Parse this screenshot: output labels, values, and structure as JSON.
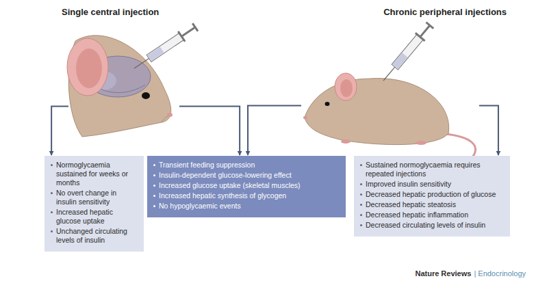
{
  "diagram": {
    "nodes": [
      {
        "text": [
          "Single central injection"
        ]
      },
      {
        "text": [
          "Chronic peripheral injections"
        ]
      },
      {
        "text": [
          "Normoglycaemia sustained for weeks or months",
          "No overt change in insulin sensitivity",
          "Increased hepatic glucose uptake",
          "Unchanged circulating levels of insulin"
        ]
      },
      {
        "text": [
          "Transient feeding suppression",
          "Insulin-dependent glucose-lowering effect",
          "Increased glucose uptake (skeletal muscles)",
          "Increased hepatic synthesis of glycogen",
          "No hypoglycaemic events"
        ]
      },
      {
        "text": [
          "Sustained normoglycaemia requires repeated injections",
          "Improved insulin sensitivity",
          "Decreased hepatic production of glucose",
          "Decreased hepatic steatosis",
          "Decreased hepatic inflammation",
          "Decreased circulating levels of insulin"
        ]
      }
    ],
    "edges": [
      {
        "from": 0,
        "to": 2,
        "arrow": "to"
      },
      {
        "from": 0,
        "to": 3,
        "arrow": "to"
      },
      {
        "from": 1,
        "to": 3,
        "arrow": "to"
      },
      {
        "from": 1,
        "to": 4,
        "arrow": "to"
      }
    ],
    "labels": [
      "Nature Reviews",
      "| Endocrinology"
    ]
  }
}
